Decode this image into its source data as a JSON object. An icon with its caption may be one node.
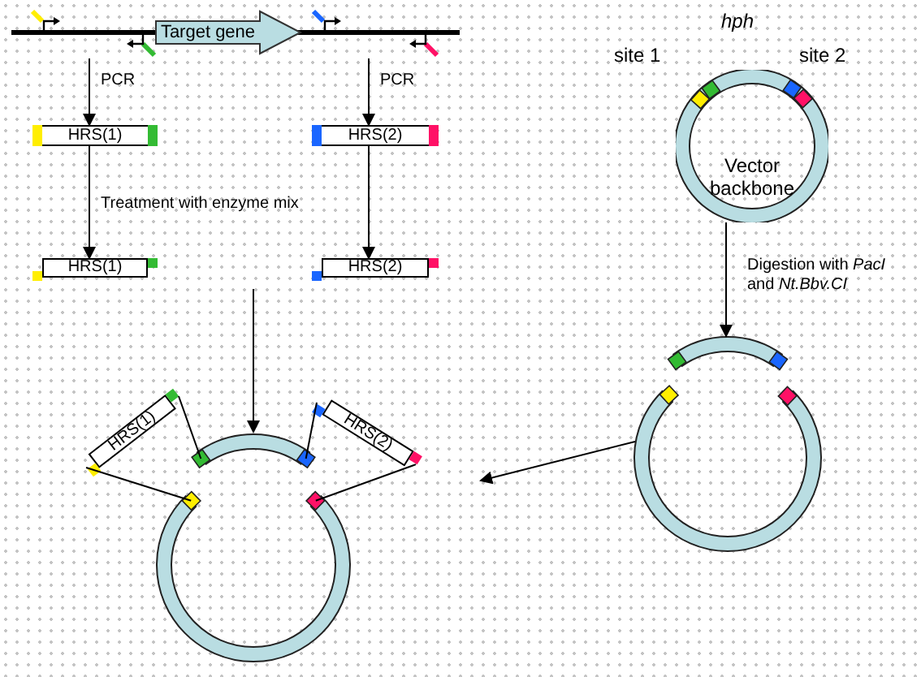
{
  "diagram": {
    "nodes": [
      {
        "text": [
          "Target gene"
        ]
      },
      {
        "text": [
          "HRS(1)"
        ]
      },
      {
        "text": [
          "HRS(2)"
        ]
      },
      {
        "text": [
          "HRS(1)"
        ]
      },
      {
        "text": [
          "HRS(2)"
        ]
      },
      {
        "text": [
          "Vector backbone"
        ],
        "beside": [
          "hph",
          "site 1",
          "site 2"
        ]
      },
      {
        "text": [],
        "shape": "ring"
      },
      {
        "text": [],
        "shape": "arc"
      },
      {
        "text": [
          "HRS(1)"
        ]
      },
      {
        "text": [
          "HRS(2)"
        ]
      },
      {
        "text": [],
        "shape": "ring"
      }
    ],
    "edges": [
      {
        "from": 0,
        "to": 1,
        "arrow": "to",
        "label": "PCR"
      },
      {
        "from": 0,
        "to": 2,
        "arrow": "to",
        "label": "PCR"
      },
      {
        "from": 1,
        "to": 3,
        "arrow": "to",
        "label": "Treatment with enzyme mix"
      },
      {
        "from": 2,
        "to": 4,
        "arrow": "to"
      },
      {
        "from": 5,
        "to": 6,
        "arrow": "to",
        "label": "Digestion with *PacI* and *Nt.Bbv.CI*"
      },
      {
        "from": null,
        "to": 7,
        "arrow": "to"
      },
      {
        "from": 6,
        "to": null,
        "arrow": "to"
      },
      {
        "from": 8,
        "to": 7,
        "arrow": "none"
      },
      {
        "from": 8,
        "to": 10,
        "arrow": "none"
      },
      {
        "from": 9,
        "to": 7,
        "arrow": "none"
      },
      {
        "from": 9,
        "to": 10,
        "arrow": "none"
      }
    ]
  }
}
